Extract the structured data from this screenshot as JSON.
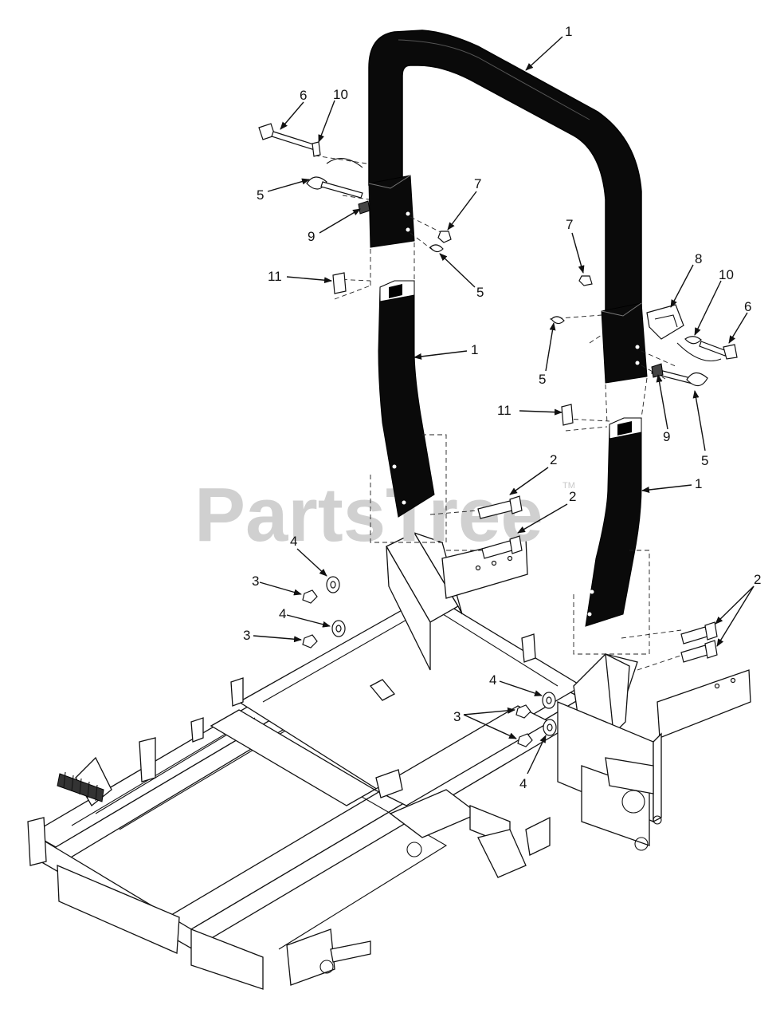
{
  "watermark": {
    "text": "PartsTree",
    "tm": "TM"
  },
  "callouts": [
    {
      "id": "c1a",
      "text": "1"
    },
    {
      "id": "c6a",
      "text": "6"
    },
    {
      "id": "c10a",
      "text": "10"
    },
    {
      "id": "c5a",
      "text": "5"
    },
    {
      "id": "c9a",
      "text": "9"
    },
    {
      "id": "c7a",
      "text": "7"
    },
    {
      "id": "c5b",
      "text": "5"
    },
    {
      "id": "c11a",
      "text": "11"
    },
    {
      "id": "c1b",
      "text": "1"
    },
    {
      "id": "c7b",
      "text": "7"
    },
    {
      "id": "c8",
      "text": "8"
    },
    {
      "id": "c10b",
      "text": "10"
    },
    {
      "id": "c6b",
      "text": "6"
    },
    {
      "id": "c5c",
      "text": "5"
    },
    {
      "id": "c9b",
      "text": "9"
    },
    {
      "id": "c11b",
      "text": "11"
    },
    {
      "id": "c5d",
      "text": "5"
    },
    {
      "id": "c1c",
      "text": "1"
    },
    {
      "id": "c2a",
      "text": "2"
    },
    {
      "id": "c2b",
      "text": "2"
    },
    {
      "id": "c2c",
      "text": "2"
    },
    {
      "id": "c4a",
      "text": "4"
    },
    {
      "id": "c3a",
      "text": "3"
    },
    {
      "id": "c4b",
      "text": "4"
    },
    {
      "id": "c3b",
      "text": "3"
    },
    {
      "id": "c4c",
      "text": "4"
    },
    {
      "id": "c3c",
      "text": "3"
    },
    {
      "id": "c4d",
      "text": "4"
    }
  ]
}
